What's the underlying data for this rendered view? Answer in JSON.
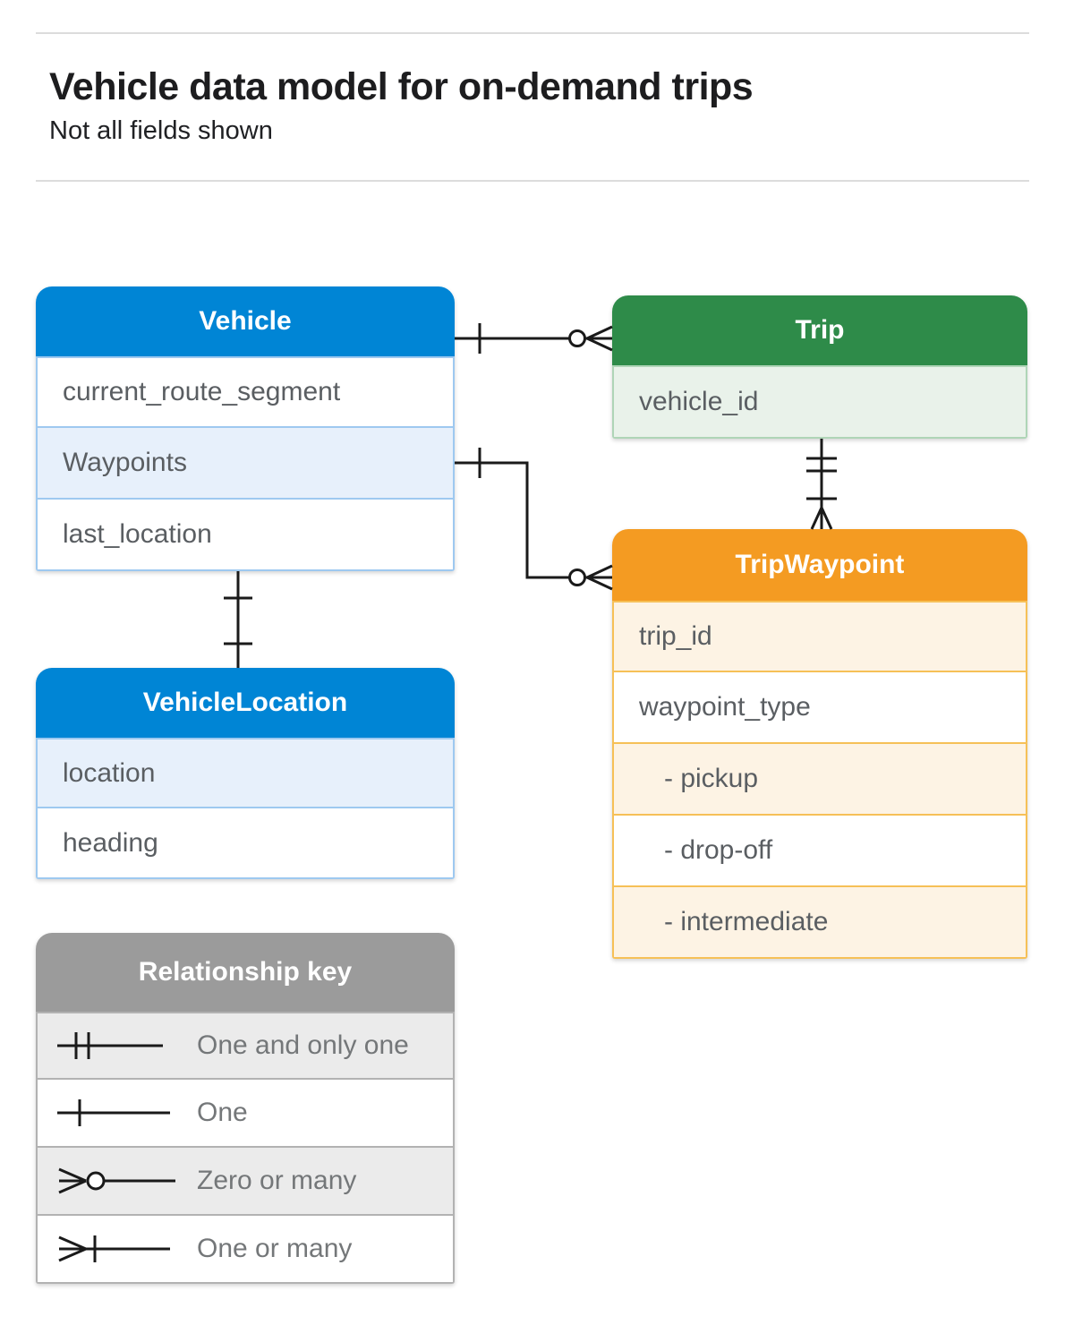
{
  "page": {
    "title": "Vehicle data model for on-demand trips",
    "subtitle": "Not all fields shown"
  },
  "entities": {
    "vehicle": {
      "title": "Vehicle",
      "fields": [
        "current_route_segment",
        "Waypoints",
        "last_location"
      ]
    },
    "trip": {
      "title": "Trip",
      "fields": [
        "vehicle_id"
      ]
    },
    "trip_waypoint": {
      "title": "TripWaypoint",
      "fields": [
        "trip_id",
        "waypoint_type",
        "- pickup",
        "- drop-off",
        "- intermediate"
      ]
    },
    "vehicle_location": {
      "title": "VehicleLocation",
      "fields": [
        "location",
        "heading"
      ]
    }
  },
  "relationships": [
    {
      "from": "Vehicle",
      "to": "Trip",
      "from_cardinality": "one",
      "to_cardinality": "zero-or-many"
    },
    {
      "from": "Vehicle.Waypoints",
      "to": "TripWaypoint",
      "from_cardinality": "one",
      "to_cardinality": "zero-or-many"
    },
    {
      "from": "Trip",
      "to": "TripWaypoint",
      "from_cardinality": "one-and-only-one",
      "to_cardinality": "one-or-many"
    },
    {
      "from": "Vehicle",
      "to": "VehicleLocation",
      "from_cardinality": "one",
      "to_cardinality": "one"
    }
  ],
  "legend": {
    "title": "Relationship key",
    "items": [
      {
        "symbol": "one-and-only-one",
        "label": "One and only one"
      },
      {
        "symbol": "one",
        "label": "One"
      },
      {
        "symbol": "zero-or-many",
        "label": "Zero or many"
      },
      {
        "symbol": "one-or-many",
        "label": "One or many"
      }
    ]
  },
  "colors": {
    "blue_header": "#0085d5",
    "blue_row_tint": "#e7f0fb",
    "blue_border": "#9ec9f0",
    "green_header": "#2e8b49",
    "green_row_tint": "#e9f2ea",
    "green_border": "#afd5b7",
    "orange_header": "#f49b22",
    "orange_row_tint": "#fdf3e4",
    "orange_border": "#f6c057",
    "gray_header": "#9b9b9b",
    "gray_row_tint": "#ebebeb",
    "gray_border": "#b2b2b2",
    "connector_line": "#1a1a1a",
    "field_text": "#5a5e62",
    "legend_text": "#747779",
    "title_text": "#1d1d1f",
    "divider": "#dcdcdc"
  }
}
